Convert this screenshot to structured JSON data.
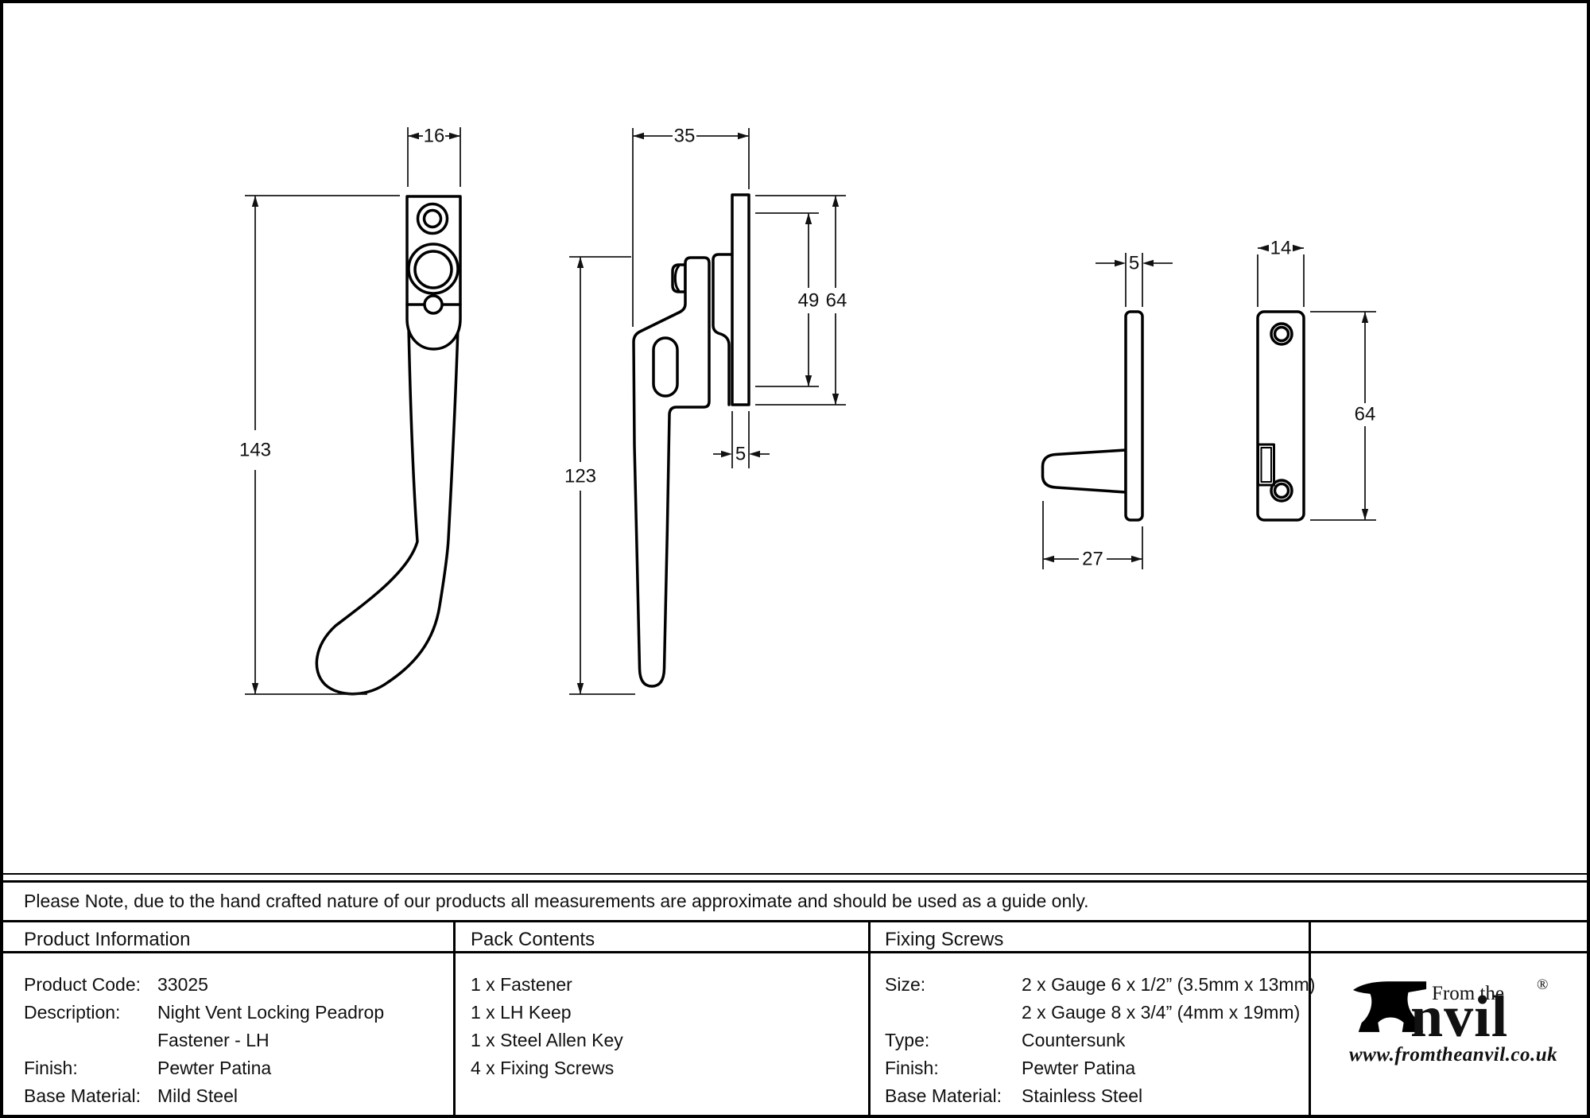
{
  "note": {
    "text": "Please Note, due to the hand crafted nature of our products all measurements are approximate and should be used as a guide only."
  },
  "dims": {
    "fastener_front_width": "16",
    "fastener_front_height": "143",
    "fastener_side_depth": "35",
    "fastener_side_height": "123",
    "fastener_side_keep_inner": "49",
    "fastener_side_keep_height": "64",
    "fastener_side_plate_thickness": "5",
    "keep_side_thickness": "5",
    "keep_side_depth": "27",
    "keep_front_width": "14",
    "keep_front_height": "64"
  },
  "table": {
    "columns": [
      {
        "header": "Product Information",
        "rows": [
          {
            "label": "Product Code:",
            "value": "33025"
          },
          {
            "label": "Description:",
            "value": "Night Vent Locking Peadrop"
          },
          {
            "label": "",
            "value": "Fastener - LH"
          },
          {
            "label": "Finish:",
            "value": "Pewter Patina"
          },
          {
            "label": "Base Material:",
            "value": "Mild Steel"
          }
        ]
      },
      {
        "header": "Pack Contents",
        "rows": [
          {
            "label": "",
            "value": "1 x Fastener"
          },
          {
            "label": "",
            "value": "1 x LH Keep"
          },
          {
            "label": "",
            "value": "1 x Steel Allen Key"
          },
          {
            "label": "",
            "value": "4 x Fixing Screws"
          }
        ]
      },
      {
        "header": "Fixing Screws",
        "rows": [
          {
            "label": "Size:",
            "value": "2 x Gauge 6 x 1/2” (3.5mm x 13mm)"
          },
          {
            "label": "",
            "value": "2 x Gauge 8 x 3/4” (4mm x 19mm)"
          },
          {
            "label": "Type:",
            "value": "Countersunk"
          },
          {
            "label": "Finish:",
            "value": "Pewter Patina"
          },
          {
            "label": "Base Material:",
            "value": "Stainless Steel"
          }
        ]
      }
    ]
  },
  "logo": {
    "prefix": "From the",
    "name_visible": "nvil",
    "reg": "®",
    "url": "www.fromtheanvil.co.uk"
  }
}
